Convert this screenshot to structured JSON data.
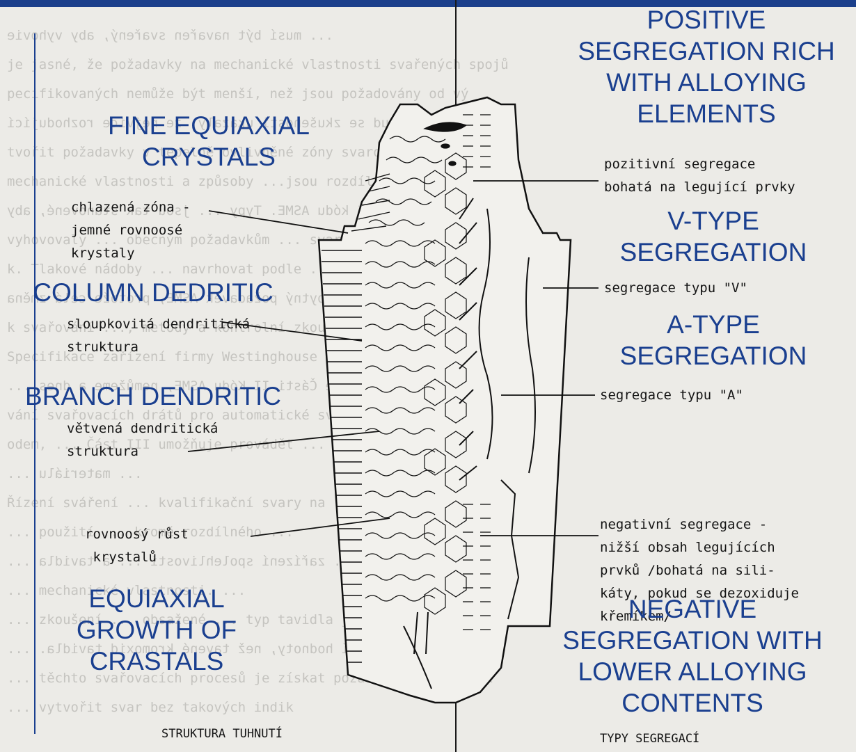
{
  "labels_en": {
    "fine_equiaxial": "FINE EQUIAXIAL\nCRYSTALS",
    "column_dendritic": "COLUMN DEDRITIC",
    "branch_dendritic": "BRANCH DENDRITIC",
    "equiaxial_growth": "EQUIAXIAL\nGROWTH OF\nCRASTALS",
    "positive_segregation": "POSITIVE\nSEGREGATION RICH\nWITH ALLOYING\nELEMENTS",
    "v_type": "V-TYPE\nSEGREGATION",
    "a_type": "A-TYPE\nSEGREGATION",
    "negative_segregation": "NEGATIVE\nSEGREGATION WITH\nLOWER ALLOYING\nCONTENTS"
  },
  "labels_cz": {
    "chill_zone": "chlazená zóna -\njemné rovnoosé\nkrystaly",
    "columnar": "sloupkovitá dendritická\nstruktura",
    "branched": "větvená dendritická\nstruktura",
    "equiaxed": "rovnoosý růst\n krystalů",
    "positive": "pozitivní segregace\nbohatá na legující prvky",
    "v_type": "segregace typu \"V\"",
    "a_type": "segregace typu \"A\"",
    "negative": "negativní segregace -\nnižší obsah legujících\nprvků /bohatá na sili-\nkáty, pokud se dezoxiduje\nkřemíkem/"
  },
  "captions": {
    "left": "STRUKTURA TUHNUTÍ",
    "right": "TYPY SEGREGACÍ"
  },
  "background_lines": [
    "     ...  musí být navařen svařený, aby vyhovie",
    "je jasné, že požadavky na mechanické vlastnosti svařených spojů",
    "pecifikovaných nemůže být menší, než jsou požadovány od vý",
    "A, zvlášť pokud se zkušenosti ukázaly, že nejvíce rozhodující",
    "tvořit požadavky v tepelně ovlivněné zóny svarových spojů. Poža",
    "mechanické vlastnosti a způsoby ...jsou rozdílné, jež je nutná",
    "č II, III kódu ASME. Typy ... jsou tak stanovené, aby",
    "vyhovovaly ... obecným požadavkům ... svarové spoje by se měl",
    "k. Tlakové nádoby ... navrhovat podle ... zkoušet.",
    "uchy. Trvá ... nezbytný požadavek ASME, protože celá změna",
    "k svařování ..., metody a kontrolní zkoušky pro svarové spojie",
    "Specifikace zařízení firmy Westinghouse vyžaduje, že svařovací",
    "ze specifikace Části II Kódu ASME, nemůžeme a dnes ...",
    "vání svařovacích drátů pro automatické svařování pod tavidlem",
    "odem, ... Část III umožňuje provádět ... ověření pozitivní",
    "... materiálu ...",
    "Řízení sváření ... kvalifikační svary na ... ",
    "... použití ... kromě rozdílného ...",
    "... zařízení spolehlivosti ... a tavidla ...",
    "... mechanické vlastnosti. ...",
    "... zkoušení ... obsažené ... typ tavidla je ...",
    "ovládá ... vyšší hodnoty, než tavené kromoxid tavidla. ...",
    "... těchto svařovacích procesů je získat požadované mechanick",
    "... vytvořit svar bez takových indik"
  ],
  "colors": {
    "label_blue": "#1a3f8f",
    "bar_blue": "#1b3f8b",
    "ink": "#141414",
    "paper": "#ecebe7"
  }
}
